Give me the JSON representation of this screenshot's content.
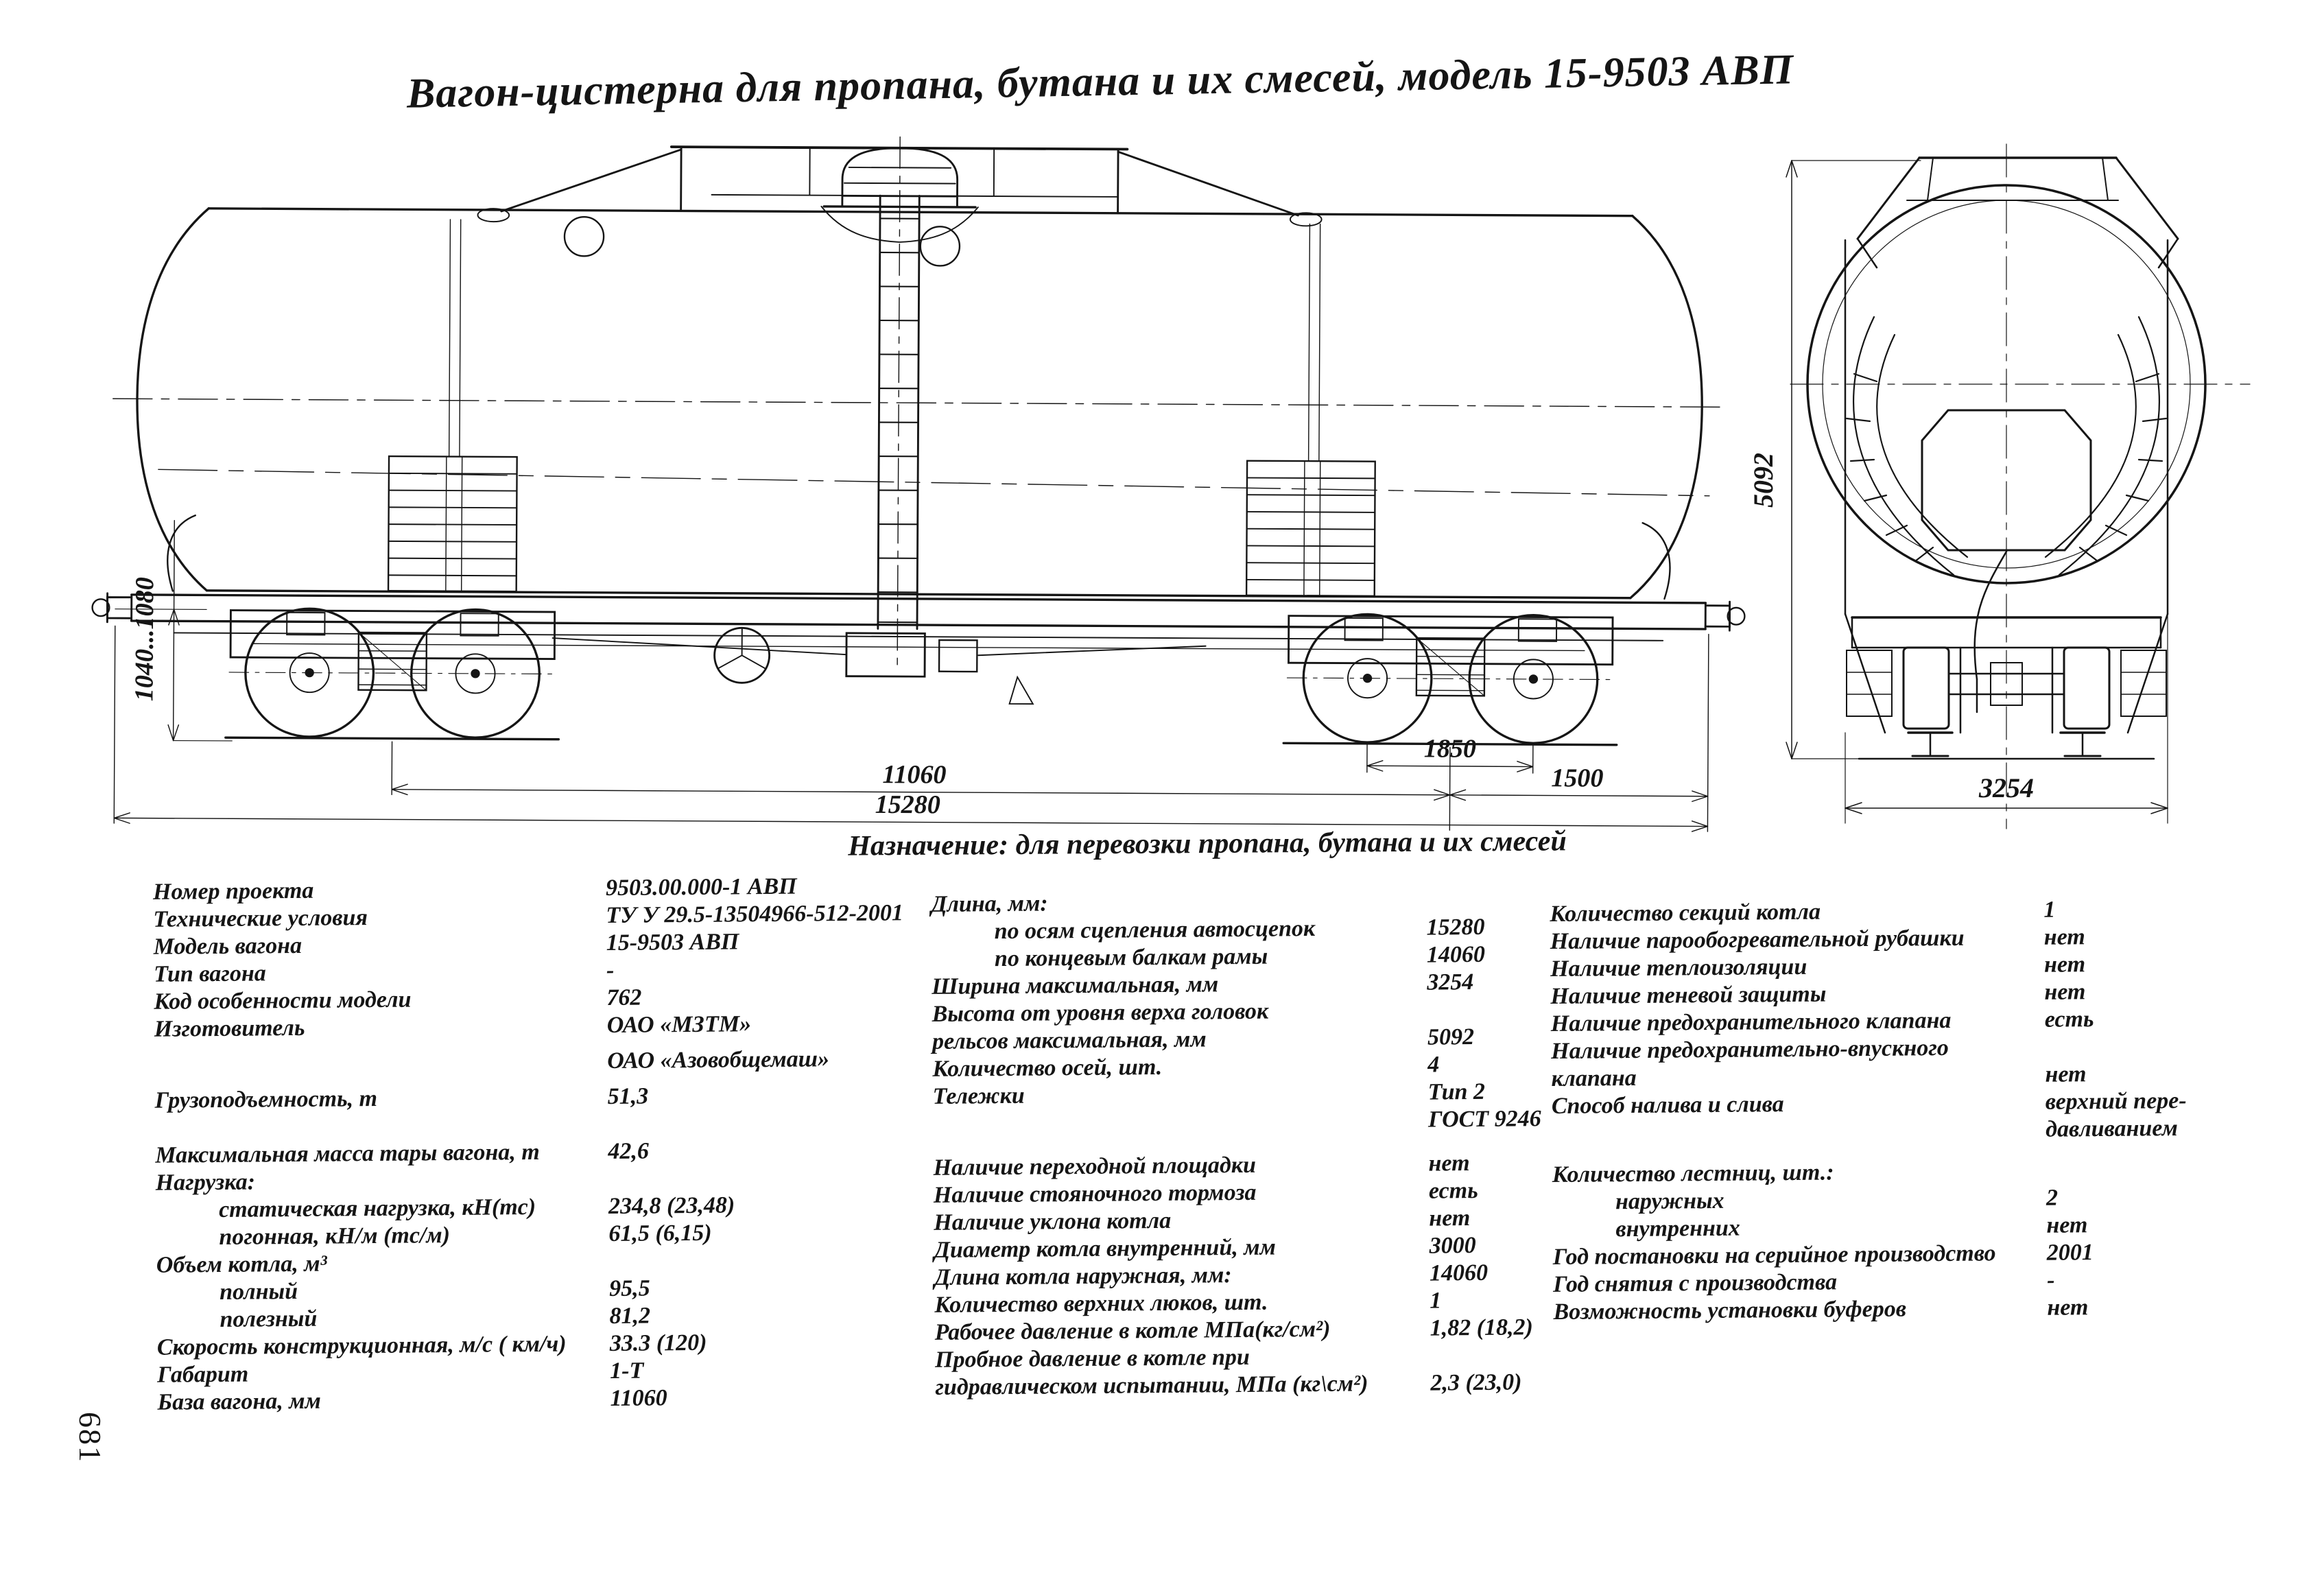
{
  "title": "Вагон-цистерна для пропана, бутана и их смесей, модель 15-9503 АВП",
  "purpose": "Назначение: для перевозки пропана, бутана и их смесей",
  "page_number": "681",
  "drawing": {
    "side_view": {
      "dim_coupler_length": "15280",
      "dim_base": "11060",
      "dim_console": "1500",
      "dim_bogie_base": "1850",
      "dim_coupler_height": "1040...1080"
    },
    "end_view": {
      "dim_height": "5092",
      "dim_width": "3254"
    }
  },
  "specs": {
    "col1": [
      {
        "label": "Номер проекта",
        "value": "9503.00.000-1 АВП"
      },
      {
        "label": "Технические условия",
        "value": "ТУ У 29.5-13504966-512-2001"
      },
      {
        "label": "Модель вагона",
        "value": "15-9503 АВП"
      },
      {
        "label": "Тип вагона",
        "value": "-"
      },
      {
        "label": "Код особенности модели",
        "value": "762"
      },
      {
        "label": "Изготовитель",
        "value": "ОАО «МЗТМ»"
      },
      {
        "label": "",
        "value": "ОАО «Азовобщемаш»",
        "gap": 0.3
      },
      {
        "label": "Грузоподъемность, т",
        "value": "51,3",
        "gap": 0.3
      },
      {
        "label": "Максимальная масса тары вагона, т",
        "value": "42,6",
        "gap": 1
      },
      {
        "label": "Нагрузка:",
        "value": ""
      },
      {
        "label": "статическая нагрузка, кН(тс)",
        "value": "234,8 (23,48)",
        "indent": 1
      },
      {
        "label": "погонная, кН/м (тс/м)",
        "value": "61,5 (6,15)",
        "indent": 1
      },
      {
        "label": "Объем котла, м³",
        "value": ""
      },
      {
        "label": "полный",
        "value": "95,5",
        "indent": 1
      },
      {
        "label": "полезный",
        "value": "81,2",
        "indent": 1
      },
      {
        "label": "Скорость конструкционная, м/с ( км/ч)",
        "value": "33.3 (120)"
      },
      {
        "label": "Габарит",
        "value": "1-Т"
      },
      {
        "label": "База вагона, мм",
        "value": "11060"
      }
    ],
    "col2": [
      {
        "label": "Длина, мм:",
        "value": ""
      },
      {
        "label": "по осям сцепления автосцепок",
        "value": "15280",
        "indent": 1
      },
      {
        "label": "по концевым балкам рамы",
        "value": "14060",
        "indent": 1
      },
      {
        "label": "Ширина максимальная, мм",
        "value": "3254"
      },
      {
        "label": "Высота от уровня верха головок",
        "value": ""
      },
      {
        "label": "рельсов максимальная, мм",
        "value": "5092"
      },
      {
        "label": "Количество осей, шт.",
        "value": "4"
      },
      {
        "label": "Тележки",
        "value": "Тип 2"
      },
      {
        "label": "",
        "value": "ГОСТ 9246"
      },
      {
        "label": "Наличие переходной площадки",
        "value": "нет",
        "gap": 0.6
      },
      {
        "label": "Наличие стояночного тормоза",
        "value": "есть"
      },
      {
        "label": "Наличие уклона котла",
        "value": "нет"
      },
      {
        "label": "Диаметр котла внутренний, мм",
        "value": "3000"
      },
      {
        "label": "Длина котла наружная, мм:",
        "value": "14060"
      },
      {
        "label": "Количество верхних люков, шт.",
        "value": "1"
      },
      {
        "label": "Рабочее давление в котле МПа(кг/см²)",
        "value": "1,82 (18,2)"
      },
      {
        "label": "Пробное давление в котле при",
        "value": ""
      },
      {
        "label": "гидравлическом испытании, МПа (кг\\см²)",
        "value": "2,3 (23,0)"
      }
    ],
    "col3": [
      {
        "label": "Количество секций котла",
        "value": "1"
      },
      {
        "label": "Наличие парообогревательной рубашки",
        "value": "нет"
      },
      {
        "label": "Наличие теплоизоляции",
        "value": "нет"
      },
      {
        "label": "Наличие теневой защиты",
        "value": "нет"
      },
      {
        "label": "Наличие предохранительного клапана",
        "value": "есть"
      },
      {
        "label": "Наличие предохранительно-впускного",
        "value": ""
      },
      {
        "label": "клапана",
        "value": "нет"
      },
      {
        "label": "Способ налива и слива",
        "value": "верхний пере-"
      },
      {
        "label": "",
        "value": "давливанием"
      },
      {
        "label": "Количество лестниц, шт.:",
        "value": "",
        "gap": 0.5
      },
      {
        "label": "наружных",
        "value": "2",
        "indent": 1
      },
      {
        "label": "внутренних",
        "value": "нет",
        "indent": 1
      },
      {
        "label": "Год постановки на серийное производство",
        "value": "2001"
      },
      {
        "label": "Год снятия с производства",
        "value": "-"
      },
      {
        "label": "Возможность установки буферов",
        "value": "нет"
      }
    ]
  }
}
